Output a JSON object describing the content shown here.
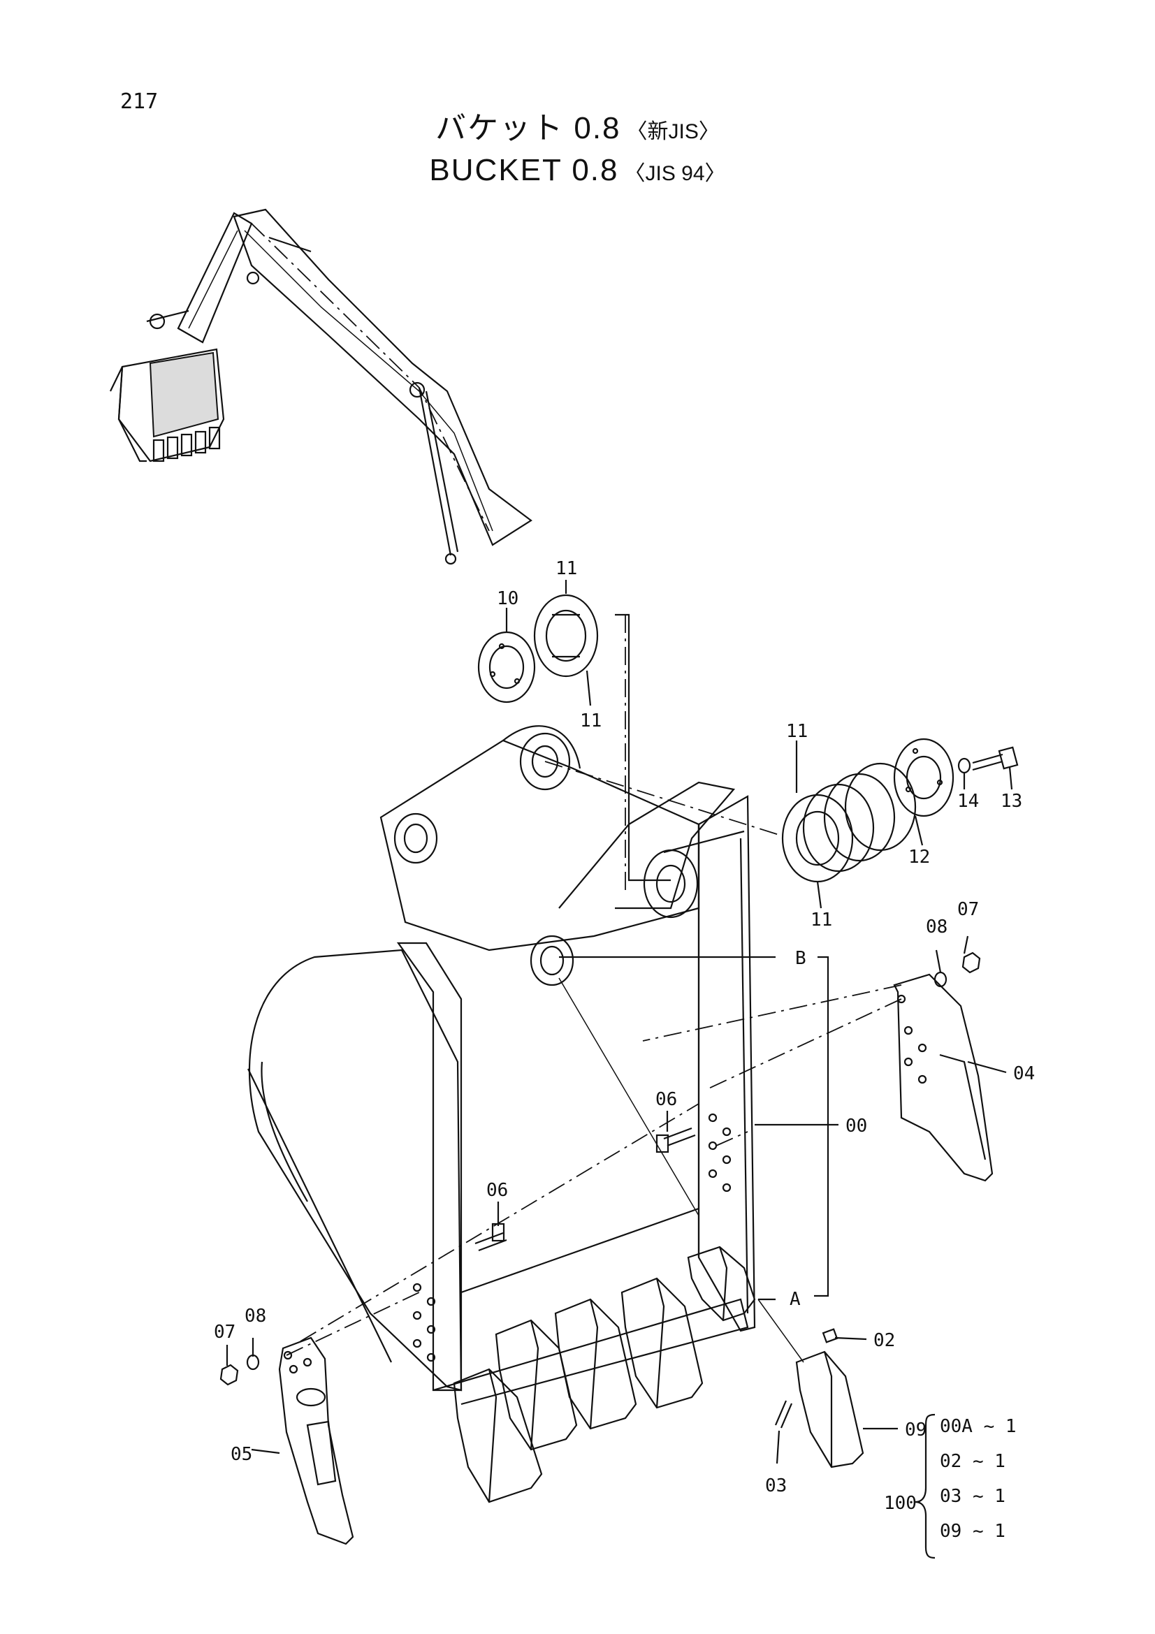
{
  "page_number": "217",
  "title": {
    "jp_main": "バケット 0.8",
    "jp_sub": "〈新JIS〉",
    "en_main": "BUCKET 0.8",
    "en_sub": "〈JIS 94〉"
  },
  "callouts": {
    "p00": "00",
    "p02": "02",
    "p03": "03",
    "p04": "04",
    "p05": "05",
    "p06a": "06",
    "p06b": "06",
    "p07a": "07",
    "p07b": "07",
    "p08a": "08",
    "p08b": "08",
    "p09": "09",
    "p10": "10",
    "p11a": "11",
    "p11b": "11",
    "p11c": "11",
    "p11d": "11",
    "p12": "12",
    "p13": "13",
    "p14": "14",
    "A": "A",
    "B": "B"
  },
  "kit": {
    "label": "100",
    "rows": [
      "00A ~ 1",
      "02 ~ 1",
      "03 ~ 1",
      "09 ~ 1"
    ]
  }
}
